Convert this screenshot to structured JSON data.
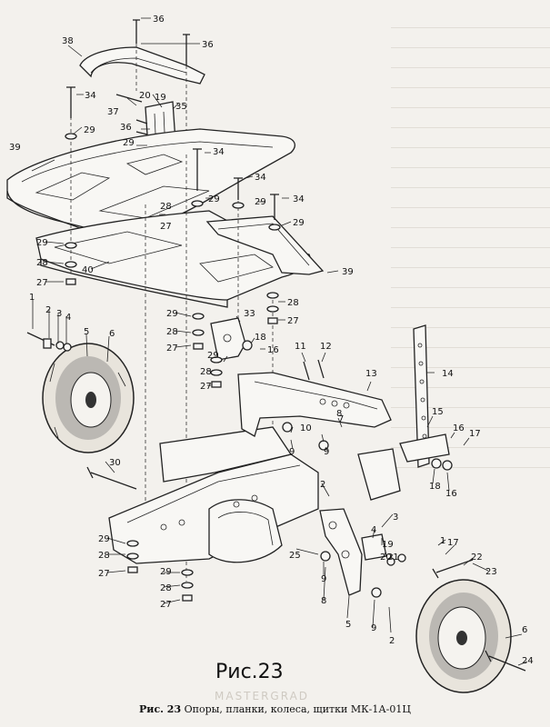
{
  "figure": {
    "title": "Рис.23",
    "caption_bold": "Рис. 23",
    "caption_text": " Опоры, планки, колеса, щитки МК-1А-01Ц",
    "watermark": "MASTERGRAD"
  },
  "callouts": [
    {
      "id": "c36a",
      "text": "36"
    },
    {
      "id": "c38",
      "text": "38"
    },
    {
      "id": "c36b",
      "text": "36"
    },
    {
      "id": "c34a",
      "text": "34"
    },
    {
      "id": "c37",
      "text": "37"
    },
    {
      "id": "c20a",
      "text": "20"
    },
    {
      "id": "c19a",
      "text": "19"
    },
    {
      "id": "c35",
      "text": "35"
    },
    {
      "id": "c36c",
      "text": "36"
    },
    {
      "id": "c29a",
      "text": "29"
    },
    {
      "id": "c29b",
      "text": "29"
    },
    {
      "id": "c39a",
      "text": "39"
    },
    {
      "id": "c34b",
      "text": "34"
    },
    {
      "id": "c34c",
      "text": "34"
    },
    {
      "id": "c29c",
      "text": "29"
    },
    {
      "id": "c34d",
      "text": "34"
    },
    {
      "id": "c29d",
      "text": "29"
    },
    {
      "id": "c29e",
      "text": "29"
    },
    {
      "id": "c28a",
      "text": "28"
    },
    {
      "id": "c27a",
      "text": "27"
    },
    {
      "id": "c29f",
      "text": "29"
    },
    {
      "id": "c28b",
      "text": "28"
    },
    {
      "id": "c27b",
      "text": "27"
    },
    {
      "id": "c40",
      "text": "40"
    },
    {
      "id": "c39b",
      "text": "39"
    },
    {
      "id": "c28c",
      "text": "28"
    },
    {
      "id": "c27c",
      "text": "27"
    },
    {
      "id": "c1a",
      "text": "1"
    },
    {
      "id": "c2a",
      "text": "2"
    },
    {
      "id": "c3a",
      "text": "3"
    },
    {
      "id": "c4a",
      "text": "4"
    },
    {
      "id": "c5a",
      "text": "5"
    },
    {
      "id": "c6a",
      "text": "6"
    },
    {
      "id": "c29g",
      "text": "29"
    },
    {
      "id": "c33",
      "text": "33"
    },
    {
      "id": "c28d",
      "text": "28"
    },
    {
      "id": "c27d",
      "text": "27"
    },
    {
      "id": "c18a",
      "text": "18"
    },
    {
      "id": "c29h",
      "text": "29"
    },
    {
      "id": "c16a",
      "text": "16"
    },
    {
      "id": "c28e",
      "text": "28"
    },
    {
      "id": "c27e",
      "text": "27"
    },
    {
      "id": "c11",
      "text": "11"
    },
    {
      "id": "c12",
      "text": "12"
    },
    {
      "id": "c14",
      "text": "14"
    },
    {
      "id": "c13",
      "text": "13"
    },
    {
      "id": "c7",
      "text": "7"
    },
    {
      "id": "c10",
      "text": "10"
    },
    {
      "id": "c8a",
      "text": "8"
    },
    {
      "id": "c9a",
      "text": "9"
    },
    {
      "id": "c9b",
      "text": "9"
    },
    {
      "id": "c15",
      "text": "15"
    },
    {
      "id": "c16b",
      "text": "16"
    },
    {
      "id": "c17a",
      "text": "17"
    },
    {
      "id": "c18b",
      "text": "18"
    },
    {
      "id": "c16c",
      "text": "16"
    },
    {
      "id": "c30",
      "text": "30"
    },
    {
      "id": "c2b",
      "text": "2"
    },
    {
      "id": "c3b",
      "text": "3"
    },
    {
      "id": "c4b",
      "text": "4"
    },
    {
      "id": "c1b",
      "text": "1"
    },
    {
      "id": "c17b",
      "text": "17"
    },
    {
      "id": "c19b",
      "text": "19"
    },
    {
      "id": "c20b",
      "text": "20"
    },
    {
      "id": "c21",
      "text": "21"
    },
    {
      "id": "c22",
      "text": "22"
    },
    {
      "id": "c23",
      "text": "23"
    },
    {
      "id": "c29i",
      "text": "29"
    },
    {
      "id": "c28f",
      "text": "28"
    },
    {
      "id": "c27f",
      "text": "27"
    },
    {
      "id": "c25",
      "text": "25"
    },
    {
      "id": "c29j",
      "text": "29"
    },
    {
      "id": "c28g",
      "text": "28"
    },
    {
      "id": "c27g",
      "text": "27"
    },
    {
      "id": "c9c",
      "text": "9"
    },
    {
      "id": "c8b",
      "text": "8"
    },
    {
      "id": "c5b",
      "text": "5"
    },
    {
      "id": "c9d",
      "text": "9"
    },
    {
      "id": "c2c",
      "text": "2"
    },
    {
      "id": "c6b",
      "text": "6"
    },
    {
      "id": "c24",
      "text": "24"
    }
  ]
}
